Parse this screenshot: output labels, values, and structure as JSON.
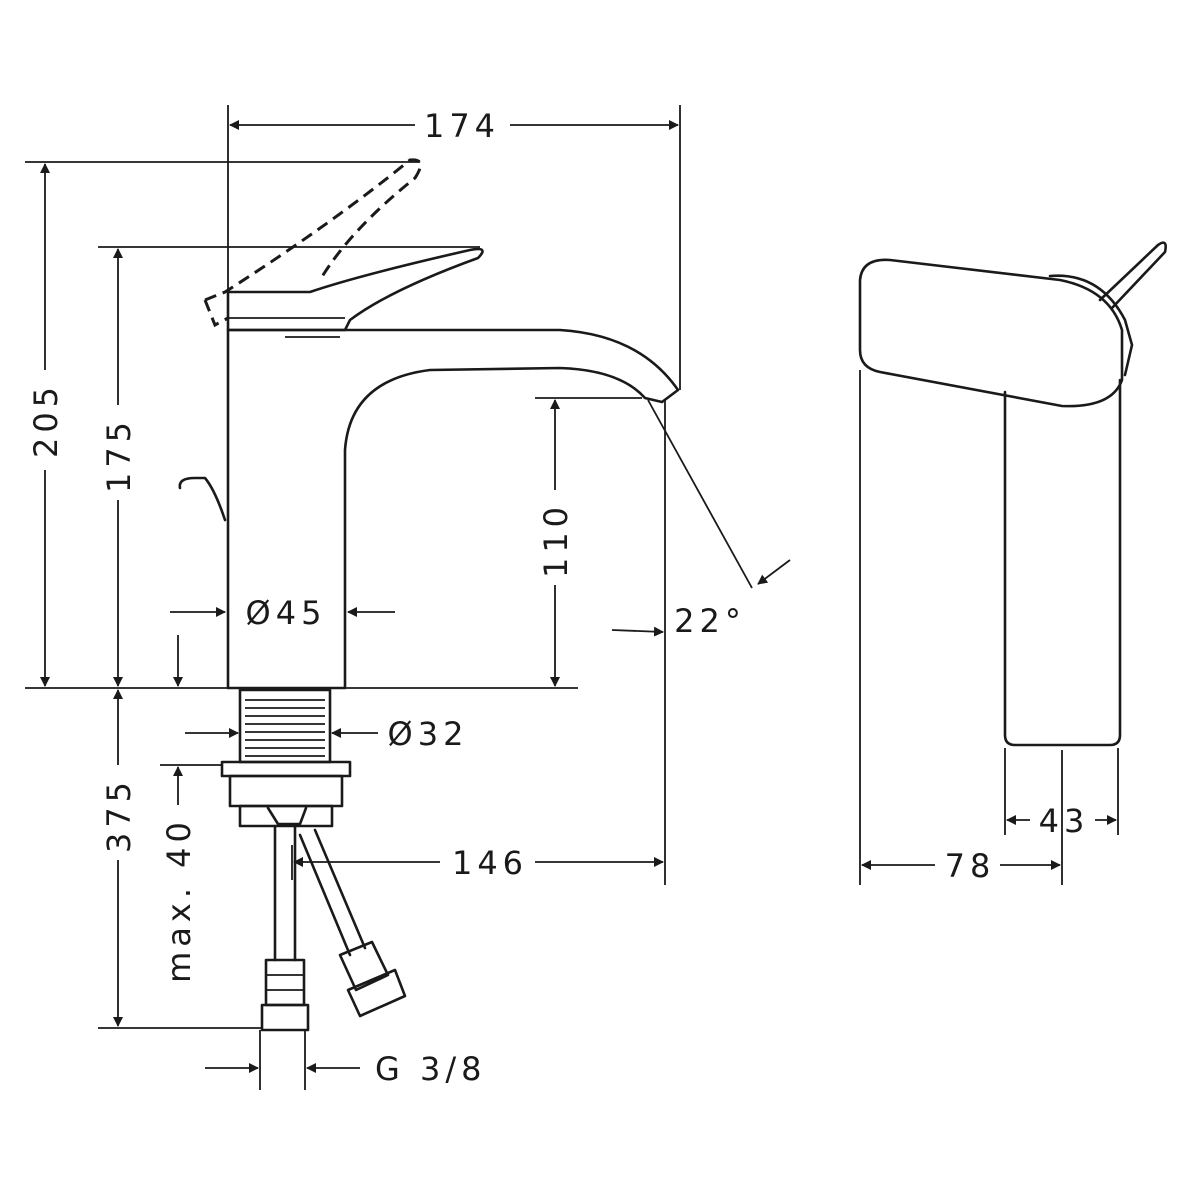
{
  "drawing": {
    "front_view": {
      "overall_width": "174",
      "total_height": "205",
      "lever_height": "175",
      "spout_height": "110",
      "body_diameter": "Ø45",
      "spray_angle": "22°",
      "thread_diameter": "Ø32",
      "below_deck_length": "375",
      "max_deck_thickness": "max. 40",
      "spout_reach": "146",
      "connection": "G 3/8"
    },
    "side_view": {
      "base_width": "43",
      "depth": "78"
    }
  }
}
